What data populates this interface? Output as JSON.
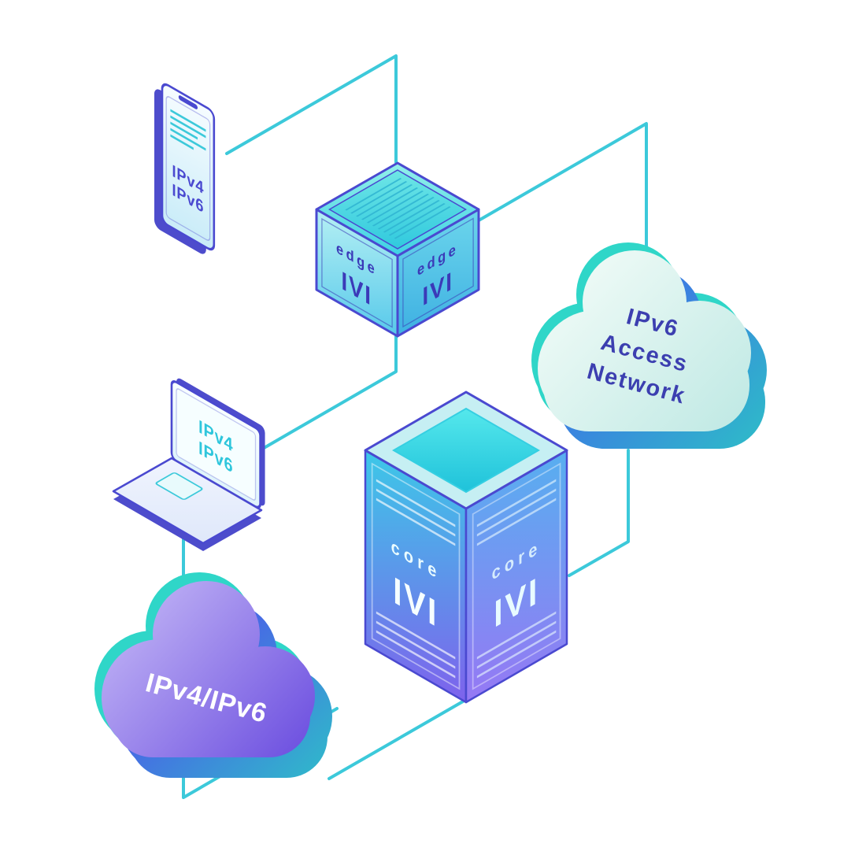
{
  "palette": {
    "connector": "#3cc9da",
    "outline_indigo": "#4a49d0",
    "label_indigo": "#3c3fb0",
    "label_cyan": "#2fc6dc",
    "label_white": "#ffffff",
    "cloud_mint": "#d9f4ee",
    "cloud_purple": "#8a6fe8",
    "teal_accent": "#2fd6c8",
    "core_gradient_top": "#3cc8e8",
    "core_gradient_bottom": "#7e62ec"
  },
  "phone": {
    "line1": "IPv4",
    "line2": "IPv6"
  },
  "edge_cube": {
    "left": {
      "title": "edge",
      "logo": "IVI"
    },
    "right": {
      "title": "edge",
      "logo": "IVI"
    }
  },
  "access_cloud": {
    "line1": "IPv6",
    "line2": "Access",
    "line3": "Network"
  },
  "laptop": {
    "line1": "IPv4",
    "line2": "IPv6"
  },
  "core_box": {
    "left": {
      "title": "core",
      "logo": "IVI"
    },
    "right": {
      "title": "core",
      "logo": "IVI"
    }
  },
  "transit_cloud": {
    "label": "IPv4/IPv6"
  }
}
